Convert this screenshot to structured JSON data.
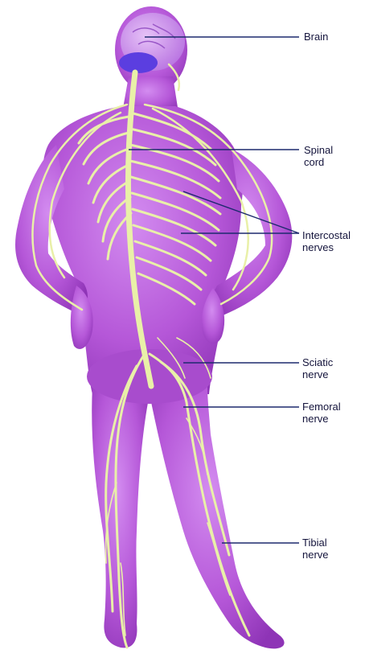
{
  "colors": {
    "body": "#b557d8",
    "body_shadow": "#8e34b6",
    "body_highlight": "#d592ee",
    "nerve": "#e9f0a8",
    "brain": "#c98de8",
    "cerebellum": "#5b3ee0",
    "leader_line": "#1d2a6e",
    "label_text": "#14143c"
  },
  "labels": {
    "brain": {
      "line1": "Brain",
      "line2": ""
    },
    "spinal_cord": {
      "line1": "Spinal",
      "line2": "cord"
    },
    "intercostal": {
      "line1": "Intercostal",
      "line2": "nerves"
    },
    "sciatic": {
      "line1": "Sciatic",
      "line2": "nerve"
    },
    "femoral": {
      "line1": "Femoral",
      "line2": "nerve"
    },
    "tibial": {
      "line1": "Tibial",
      "line2": "nerve"
    }
  }
}
